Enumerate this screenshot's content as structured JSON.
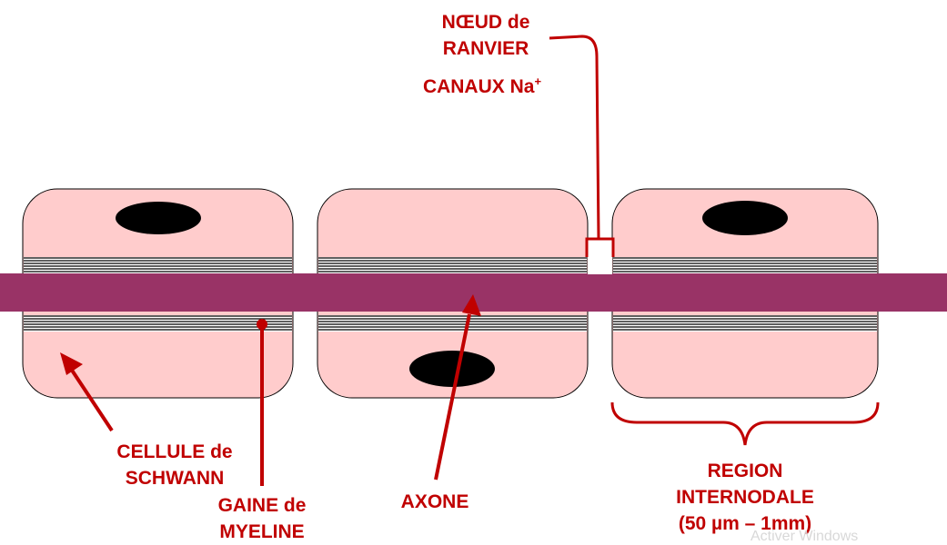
{
  "colors": {
    "cell_fill": "#ffcccc",
    "cell_stroke": "#000000",
    "axon": "#993366",
    "nucleus": "#000000",
    "label": "#c00000",
    "myelin_line": "#000000"
  },
  "labels": {
    "noeud_line1": "NŒUD de",
    "noeud_line2": "RANVIER",
    "canaux_text": "CANAUX Na",
    "canaux_sup": "+",
    "cellule_line1": "CELLULE de",
    "cellule_line2": "SCHWANN",
    "gaine_line1": "GAINE de",
    "gaine_line2": "MYELINE",
    "axone": "AXONE",
    "region_line1": "REGION",
    "region_line2": "INTERNODALE",
    "region_line3": "(50 µm – 1mm)"
  },
  "watermark": "Activer Windows"
}
